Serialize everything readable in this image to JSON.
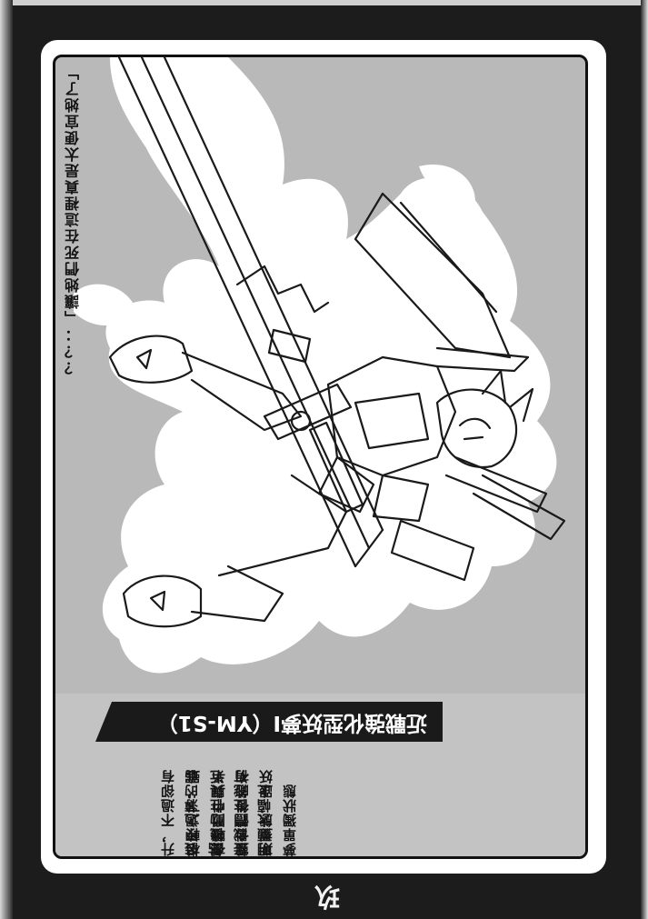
{
  "quote": "？？：「讓她們死在這裡真是太便宜她了」",
  "title": "近戰強化型妖夢Ⅰ（YM-S1）",
  "description": [
    "在戰鬥中與半靈合體後的初期型態，跟妖夢單獨狀態",
    "相較之下，雖然機動性與近接戰鬥性能有明顯大幅上",
    "升，不過卻有裝甲過薄的弱點"
  ],
  "page_number": "玖"
}
